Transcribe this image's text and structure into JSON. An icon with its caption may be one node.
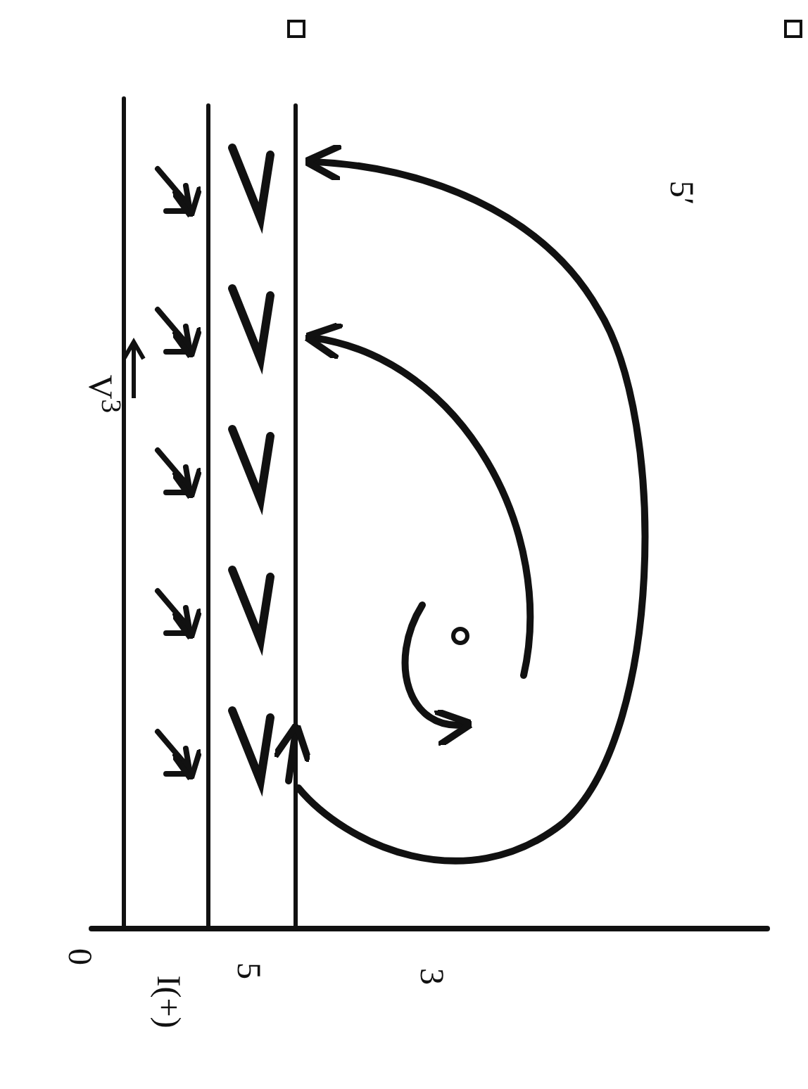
{
  "diagram": {
    "labels": [
      "5′",
      "V$^{3}$",
      "0",
      "I(+)",
      "5",
      "3"
    ]
  }
}
